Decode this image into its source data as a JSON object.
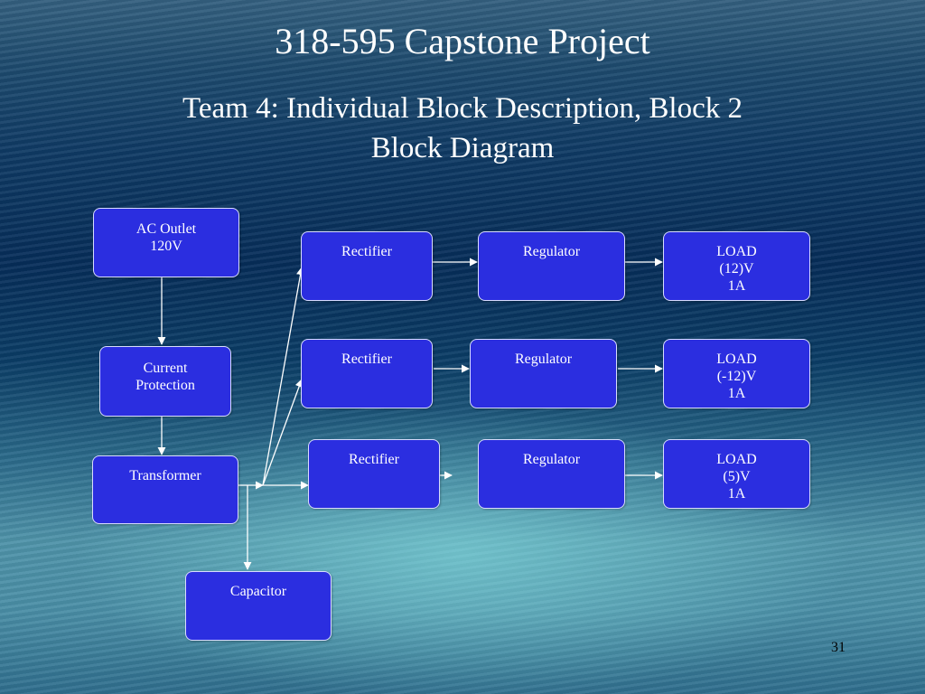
{
  "slide": {
    "title": "318-595 Capstone Project",
    "subtitle_line1": "Team 4: Individual Block Description, Block 2",
    "subtitle_line2": "Block Diagram",
    "page_number": "31"
  },
  "blocks": {
    "ac_outlet": [
      "AC Outlet",
      "120V"
    ],
    "current_protection": [
      "Current",
      "Protection"
    ],
    "transformer": [
      "Transformer"
    ],
    "capacitor": [
      "Capacitor"
    ],
    "rectifier_1": [
      "Rectifier"
    ],
    "rectifier_2": [
      "Rectifier"
    ],
    "rectifier_3": [
      "Rectifier"
    ],
    "regulator_1": [
      "Regulator"
    ],
    "regulator_2": [
      "Regulator"
    ],
    "regulator_3": [
      "Regulator"
    ],
    "load_1": [
      "LOAD",
      "(12)V",
      "1A"
    ],
    "load_2": [
      "LOAD",
      "(-12)V",
      "1A"
    ],
    "load_3": [
      "LOAD",
      "(5)V",
      "1A"
    ]
  },
  "colors": {
    "block_fill": "#2b2ee0",
    "block_border": "#d8dcff",
    "connector": "#ffffff",
    "title_text": "#ffffff"
  }
}
